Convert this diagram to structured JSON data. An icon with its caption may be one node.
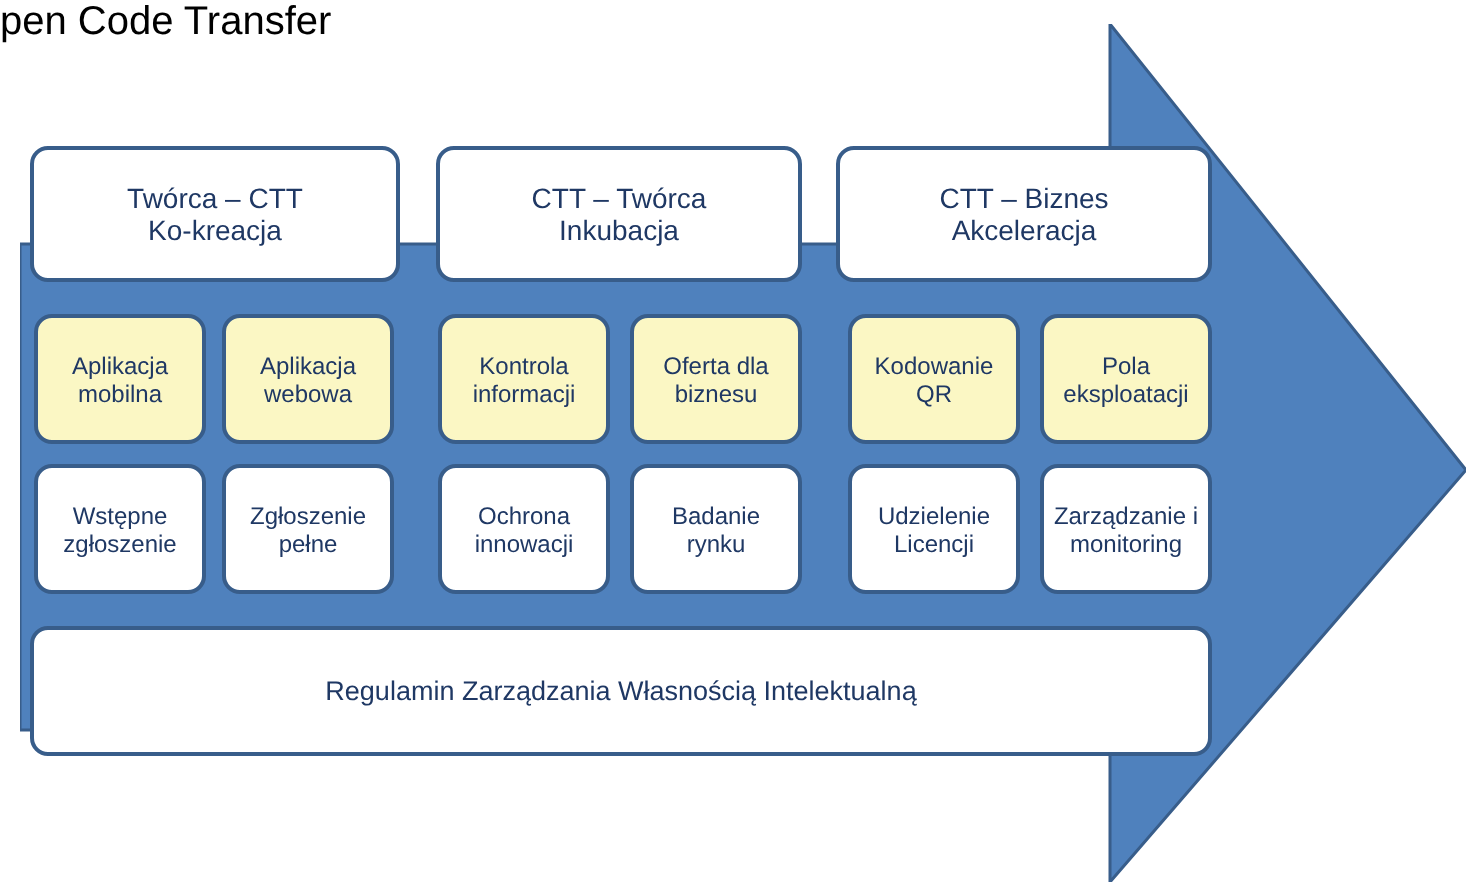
{
  "diagram": {
    "title": "pen Code Transfer",
    "nodes": [
      {
        "text": [],
        "shape": "arrow"
      },
      {
        "text": [
          "Twórca – CTT Ko-kreacja"
        ]
      },
      {
        "text": [
          "CTT – Twórca Inkubacja"
        ]
      },
      {
        "text": [
          "CTT – Biznes Akceleracja"
        ]
      },
      {
        "text": [
          "Aplikacja mobilna"
        ],
        "in": 0
      },
      {
        "text": [
          "Aplikacja webowa"
        ],
        "in": 0
      },
      {
        "text": [
          "Kontrola informacji"
        ],
        "in": 0
      },
      {
        "text": [
          "Oferta dla biznesu"
        ],
        "in": 0
      },
      {
        "text": [
          "Kodowanie QR"
        ],
        "in": 0
      },
      {
        "text": [
          "Pola eksploatacji"
        ],
        "in": 0
      },
      {
        "text": [
          "Wstępne zgłoszenie"
        ],
        "in": 0
      },
      {
        "text": [
          "Zgłoszenie pełne"
        ],
        "in": 0
      },
      {
        "text": [
          "Ochrona innowacji"
        ],
        "in": 0
      },
      {
        "text": [
          "Badanie rynku"
        ],
        "in": 0
      },
      {
        "text": [
          "Udzielenie Licencji"
        ],
        "in": 0
      },
      {
        "text": [
          "Zarządzanie i monitoring"
        ],
        "in": 0
      },
      {
        "text": [
          "Regulamin Zarządzania Własnością Intelektualną"
        ],
        "in": 0
      }
    ],
    "edges": []
  }
}
